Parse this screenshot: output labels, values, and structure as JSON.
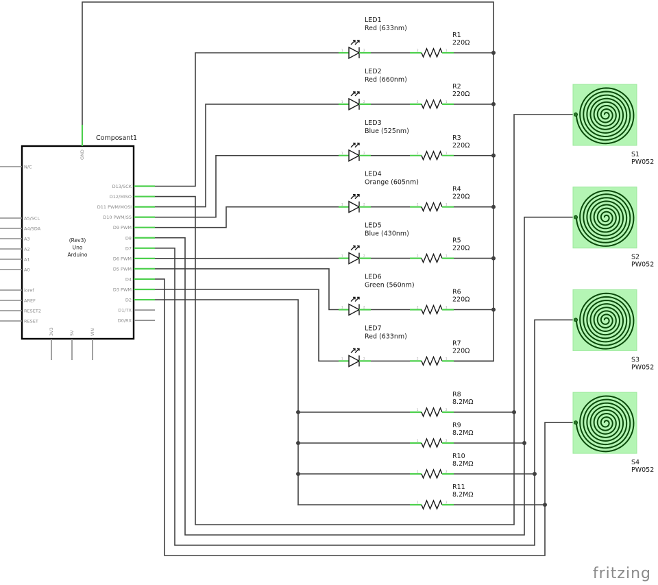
{
  "arduino": {
    "name": "Composant1",
    "center_lines": [
      "(Rev3)",
      "Uno",
      "Arduino"
    ],
    "top_pins": [
      {
        "label": "GND",
        "connected": true
      }
    ],
    "left_pins": [
      {
        "label": "N/C",
        "row": 0
      },
      {
        "label": "A5/SCL",
        "row": 5
      },
      {
        "label": "A4/SDA",
        "row": 6
      },
      {
        "label": "A3",
        "row": 7
      },
      {
        "label": "A2",
        "row": 8
      },
      {
        "label": "A1",
        "row": 9
      },
      {
        "label": "A0",
        "row": 10
      },
      {
        "label": "ioref",
        "row": 12
      },
      {
        "label": "AREF",
        "row": 13
      },
      {
        "label": "RESET2",
        "row": 14
      },
      {
        "label": "RESET",
        "row": 15
      }
    ],
    "right_pins": [
      {
        "label": "D13/SCK",
        "connected": true
      },
      {
        "label": "D12/MISO",
        "connected": true
      },
      {
        "label": "D11 PWM/MOSI",
        "connected": true
      },
      {
        "label": "D10 PWM/SS",
        "connected": true
      },
      {
        "label": "D9 PWM",
        "connected": true
      },
      {
        "label": "D8",
        "connected": true
      },
      {
        "label": "D7",
        "connected": true
      },
      {
        "label": "D6 PWM",
        "connected": true
      },
      {
        "label": "D5 PWM",
        "connected": true
      },
      {
        "label": "D4",
        "connected": true
      },
      {
        "label": "D3 PWM",
        "connected": true
      },
      {
        "label": "D2",
        "connected": true
      },
      {
        "label": "D1/TX",
        "connected": false
      },
      {
        "label": "D0/RX",
        "connected": false
      }
    ],
    "bottom_pins": [
      {
        "label": "3V3"
      },
      {
        "label": "5V"
      },
      {
        "label": "VIN"
      }
    ]
  },
  "leds": [
    {
      "ref": "LED1",
      "color": "Red (633nm)",
      "resistor": "R1",
      "value": "220Ω",
      "pin": "D13/SCK"
    },
    {
      "ref": "LED2",
      "color": "Red (660nm)",
      "resistor": "R2",
      "value": "220Ω",
      "pin": "D11 PWM/MOSI"
    },
    {
      "ref": "LED3",
      "color": "Blue (525nm)",
      "resistor": "R3",
      "value": "220Ω",
      "pin": "D10 PWM/SS"
    },
    {
      "ref": "LED4",
      "color": "Orange (605nm)",
      "resistor": "R4",
      "value": "220Ω",
      "pin": "D9 PWM"
    },
    {
      "ref": "LED5",
      "color": "Blue (430nm)",
      "resistor": "R5",
      "value": "220Ω",
      "pin": "D6 PWM"
    },
    {
      "ref": "LED6",
      "color": "Green (560nm)",
      "resistor": "R6",
      "value": "220Ω",
      "pin": "D5 PWM"
    },
    {
      "ref": "LED7",
      "color": "Red (633nm)",
      "resistor": "R7",
      "value": "220Ω",
      "pin": "D3 PWM"
    }
  ],
  "sense_resistors": [
    {
      "ref": "R8",
      "value": "8.2MΩ",
      "pin": "D12/MISO",
      "sensor": "S1"
    },
    {
      "ref": "R9",
      "value": "8.2MΩ",
      "pin": "D8",
      "sensor": "S2"
    },
    {
      "ref": "R10",
      "value": "8.2MΩ",
      "pin": "D7",
      "sensor": "S3"
    },
    {
      "ref": "R11",
      "value": "8.2MΩ",
      "pin": "D4",
      "sensor": "S4"
    }
  ],
  "common_send_pin": "D2",
  "sensors": [
    {
      "ref": "S1",
      "part": "PW052"
    },
    {
      "ref": "S2",
      "part": "PW052"
    },
    {
      "ref": "S3",
      "part": "PW052"
    },
    {
      "ref": "S4",
      "part": "PW052"
    }
  ],
  "pin_numbers": {
    "led_anode": "1",
    "led_cathode": "2",
    "res_a": "1",
    "res_b": "2"
  },
  "logo": "fritzing",
  "colors": {
    "wire": "#404040",
    "connected_pin": "#4ccf4c",
    "sensor_fill": "#b4f5b4",
    "spiral": "#0a4a0a"
  }
}
